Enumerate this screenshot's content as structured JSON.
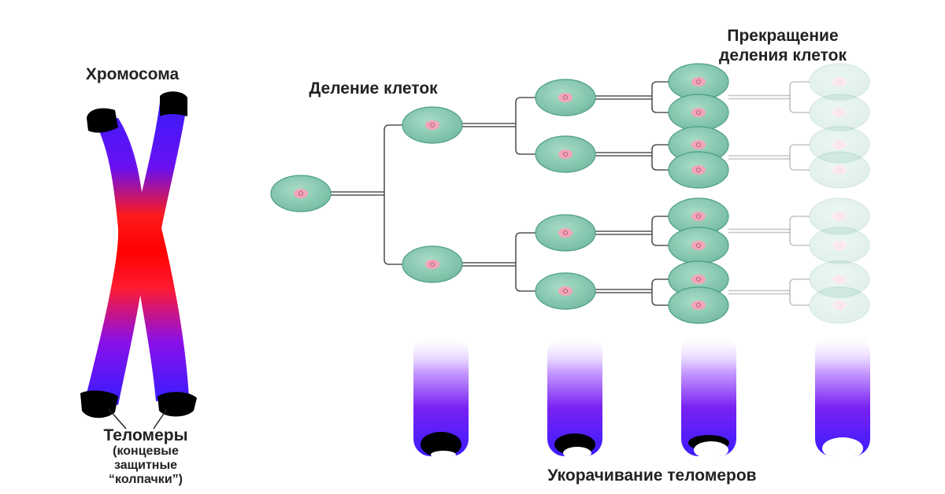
{
  "labels": {
    "chromosome": "Хромосома",
    "division": "Деление клеток",
    "stop_line1": "Прекращение",
    "stop_line2": "деления клеток",
    "telomeres": "Теломеры",
    "caps_line1": "(концевые",
    "caps_line2": "защитные",
    "caps_line3": "“колпачки”)",
    "shortening": "Укорачивание теломеров"
  },
  "colors": {
    "cell_fill": "#7fc4ab",
    "cell_stroke": "#4c9e86",
    "nucleus": "#f3a5b8",
    "chromosome_center": "#ff0000",
    "chromosome_arm": "#3a1cff",
    "chromosome_mid": "#9e12e0",
    "telomere": "#000000",
    "connector": "#555555"
  },
  "diagram": {
    "generations": 5,
    "final_generation_faded": true,
    "telomere_shortening_stages": 4
  }
}
